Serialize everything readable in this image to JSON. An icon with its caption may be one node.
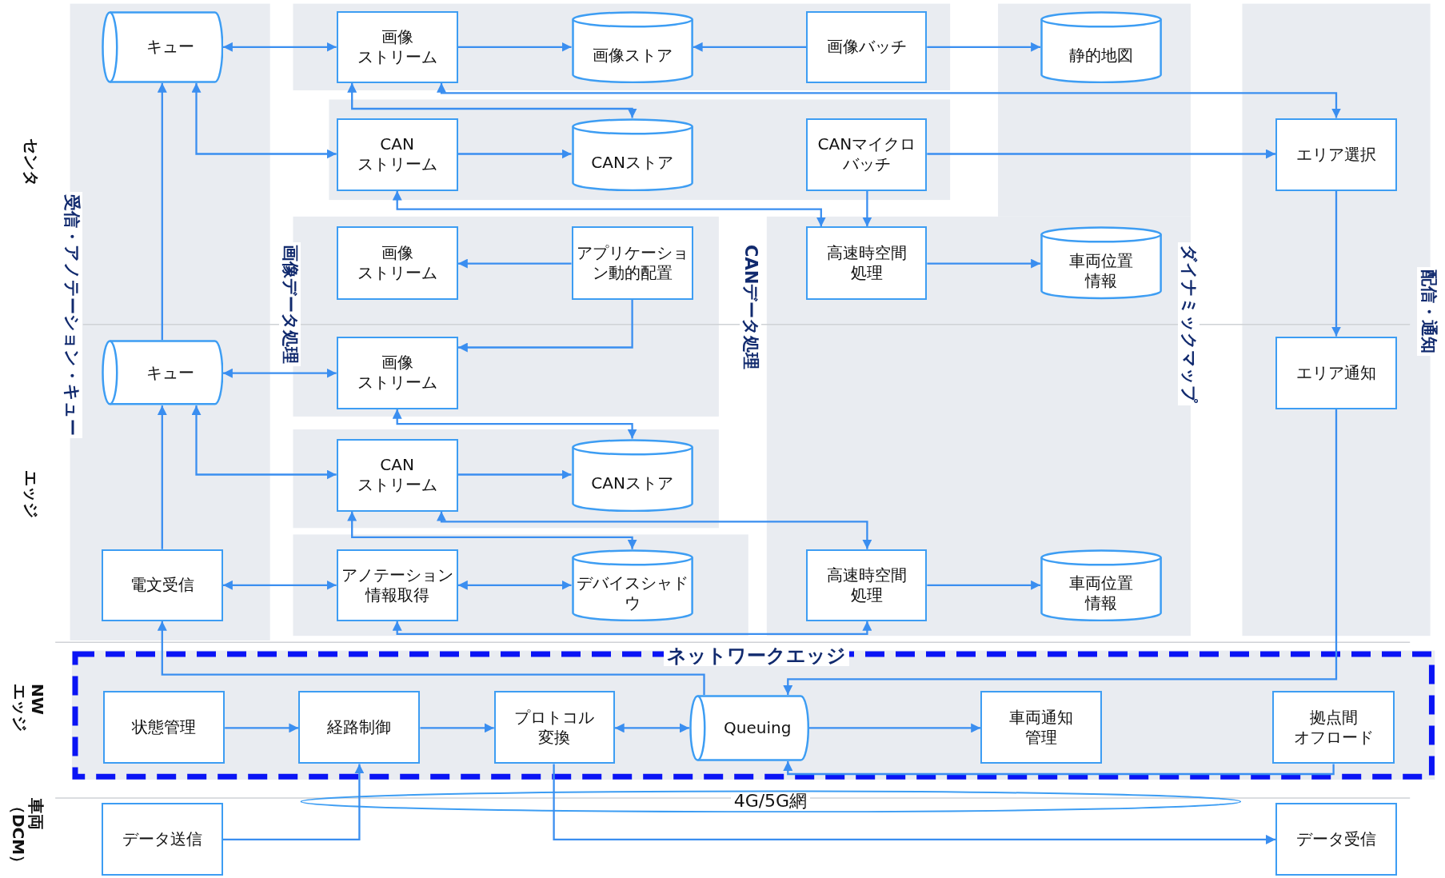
{
  "diagram": {
    "nodes": [
      {
        "text": [
          "キュー"
        ]
      },
      {
        "text": [
          "画像ストリーム"
        ]
      },
      {
        "text": [
          "画像ストア"
        ]
      },
      {
        "text": [
          "画像バッチ"
        ]
      },
      {
        "text": [
          "静的地図"
        ]
      },
      {
        "text": [
          "CANストリーム"
        ]
      },
      {
        "text": [
          "CANストア"
        ]
      },
      {
        "text": [
          "CANマイクロバッチ"
        ]
      },
      {
        "text": [
          "エリア選択"
        ]
      },
      {
        "text": [
          "画像ストリーム"
        ]
      },
      {
        "text": [
          "アプリケーション動的配置"
        ]
      },
      {
        "text": [
          "高速時空間処理"
        ]
      },
      {
        "text": [
          "車両位置情報"
        ]
      },
      {
        "text": [
          "キュー"
        ]
      },
      {
        "text": [
          "画像ストリーム"
        ]
      },
      {
        "text": [
          "エリア通知"
        ]
      },
      {
        "text": [
          "CANストリーム"
        ]
      },
      {
        "text": [
          "CANストア"
        ]
      },
      {
        "text": [
          "電文受信"
        ]
      },
      {
        "text": [
          "アノテーション情報取得"
        ]
      },
      {
        "text": [
          "デバイスシャドウ"
        ]
      },
      {
        "text": [
          "高速時空間処理"
        ]
      },
      {
        "text": [
          "車両位置情報"
        ]
      },
      {
        "text": [
          "ネットワークエッジ"
        ]
      },
      {
        "text": [
          "状態管理"
        ],
        "in": 23
      },
      {
        "text": [
          "経路制御"
        ],
        "in": 23
      },
      {
        "text": [
          "プロトコル変換"
        ],
        "in": 23
      },
      {
        "text": [
          "Queuing"
        ],
        "in": 23
      },
      {
        "text": [
          "車両通知管理"
        ],
        "in": 23
      },
      {
        "text": [
          "拠点間オフロード"
        ],
        "in": 23
      },
      {
        "text": [
          "4G/5G網"
        ]
      },
      {
        "text": [
          "データ送信"
        ]
      },
      {
        "text": [
          "データ受信"
        ]
      }
    ],
    "edges": [
      {
        "from": 0,
        "to": 1,
        "arrow": "both"
      },
      {
        "from": 1,
        "to": 2,
        "arrow": "to"
      },
      {
        "from": 3,
        "to": 2,
        "arrow": "to"
      },
      {
        "from": 3,
        "to": 4,
        "arrow": "to"
      },
      {
        "from": 1,
        "to": 8,
        "arrow": "both"
      },
      {
        "from": 1,
        "to": 6,
        "arrow": "both"
      },
      {
        "from": 0,
        "to": 5,
        "arrow": "both"
      },
      {
        "from": 5,
        "to": 6,
        "arrow": "to"
      },
      {
        "from": 5,
        "to": 11,
        "arrow": "both"
      },
      {
        "from": 7,
        "to": 8,
        "arrow": "to"
      },
      {
        "from": 7,
        "to": 11,
        "arrow": "to"
      },
      {
        "from": 11,
        "to": 12,
        "arrow": "to"
      },
      {
        "from": 10,
        "to": 9,
        "arrow": "to"
      },
      {
        "from": 10,
        "to": 14,
        "arrow": "to"
      },
      {
        "from": 13,
        "to": 0,
        "arrow": "to"
      },
      {
        "from": 13,
        "to": 14,
        "arrow": "both"
      },
      {
        "from": 14,
        "to": 17,
        "arrow": "both"
      },
      {
        "from": 13,
        "to": 16,
        "arrow": "both"
      },
      {
        "from": 16,
        "to": 17,
        "arrow": "to"
      },
      {
        "from": 18,
        "to": 13,
        "arrow": "to"
      },
      {
        "from": 16,
        "to": 20,
        "arrow": "both"
      },
      {
        "from": 16,
        "to": 21,
        "arrow": "both"
      },
      {
        "from": 18,
        "to": 19,
        "arrow": "both"
      },
      {
        "from": 19,
        "to": 20,
        "arrow": "both"
      },
      {
        "from": 19,
        "to": 21,
        "arrow": "both"
      },
      {
        "from": 21,
        "to": 22,
        "arrow": "to"
      },
      {
        "from": 8,
        "to": 15,
        "arrow": "to"
      },
      {
        "from": 15,
        "to": 27,
        "arrow": "to"
      },
      {
        "from": 27,
        "to": 18,
        "arrow": "to"
      },
      {
        "from": 24,
        "to": 25,
        "arrow": "to"
      },
      {
        "from": 25,
        "to": 26,
        "arrow": "to"
      },
      {
        "from": 26,
        "to": 27,
        "arrow": "both"
      },
      {
        "from": 27,
        "to": 28,
        "arrow": "to"
      },
      {
        "from": 29,
        "to": 27,
        "arrow": "to"
      },
      {
        "from": 31,
        "to": 25,
        "arrow": "to"
      },
      {
        "from": 26,
        "to": 32,
        "arrow": "to"
      }
    ],
    "labels": [
      "センタ",
      "エッジ",
      "NW エッジ",
      "車両（DCM）",
      "受信・アノテーション・キュー",
      "画像データ処理",
      "CANデータ処理",
      "ダイナミックマップ",
      "配信・通知"
    ]
  }
}
